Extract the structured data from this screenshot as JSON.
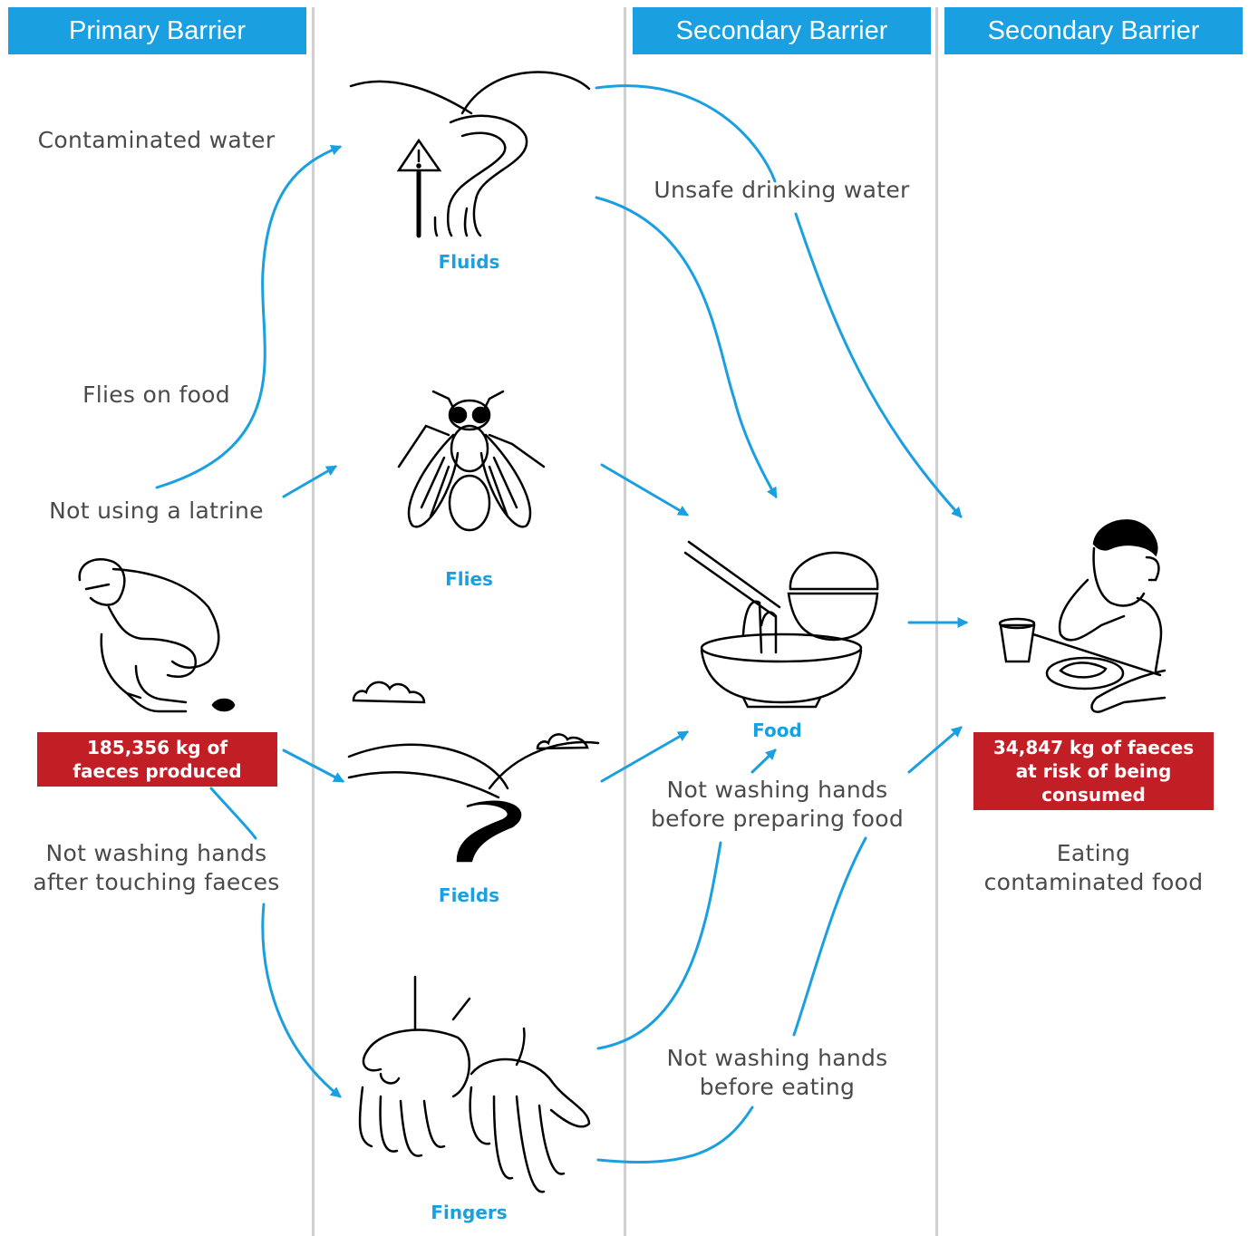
{
  "headers": {
    "primary": "Primary Barrier",
    "secondary_1": "Secondary Barrier",
    "secondary_2": "Secondary Barrier"
  },
  "nodes": {
    "fluids": "Fluids",
    "flies": "Flies",
    "fields": "Fields",
    "fingers": "Fingers",
    "food": "Food"
  },
  "labels": {
    "contaminated_water": "Contaminated water",
    "flies_on_food": "Flies on food",
    "not_using_latrine": "Not using a latrine",
    "not_washing_after_line1": "Not washing hands",
    "not_washing_after_line2": "after touching faeces",
    "unsafe_drinking_water": "Unsafe drinking water",
    "not_washing_preparing_line1": "Not washing hands",
    "not_washing_preparing_line2": "before preparing food",
    "not_washing_eating_line1": "Not washing hands",
    "not_washing_eating_line2": "before eating",
    "eating_contaminated_line1": "Eating",
    "eating_contaminated_line2": "contaminated food"
  },
  "stats": {
    "produced_line1": "185,356 kg of",
    "produced_line2": "faeces produced",
    "consumed_line1": "34,847 kg of faeces",
    "consumed_line2": "at risk of being",
    "consumed_line3": "consumed"
  },
  "colors": {
    "accent": "#1a9fe0",
    "alert": "#c11e25",
    "divider": "#d0d0d0",
    "text": "#4a4a4a"
  },
  "icons": [
    "crouching-person-icon",
    "river-warning-icon",
    "fly-icon",
    "fields-icon",
    "hands-icon",
    "food-bowls-icon",
    "child-eating-icon"
  ]
}
